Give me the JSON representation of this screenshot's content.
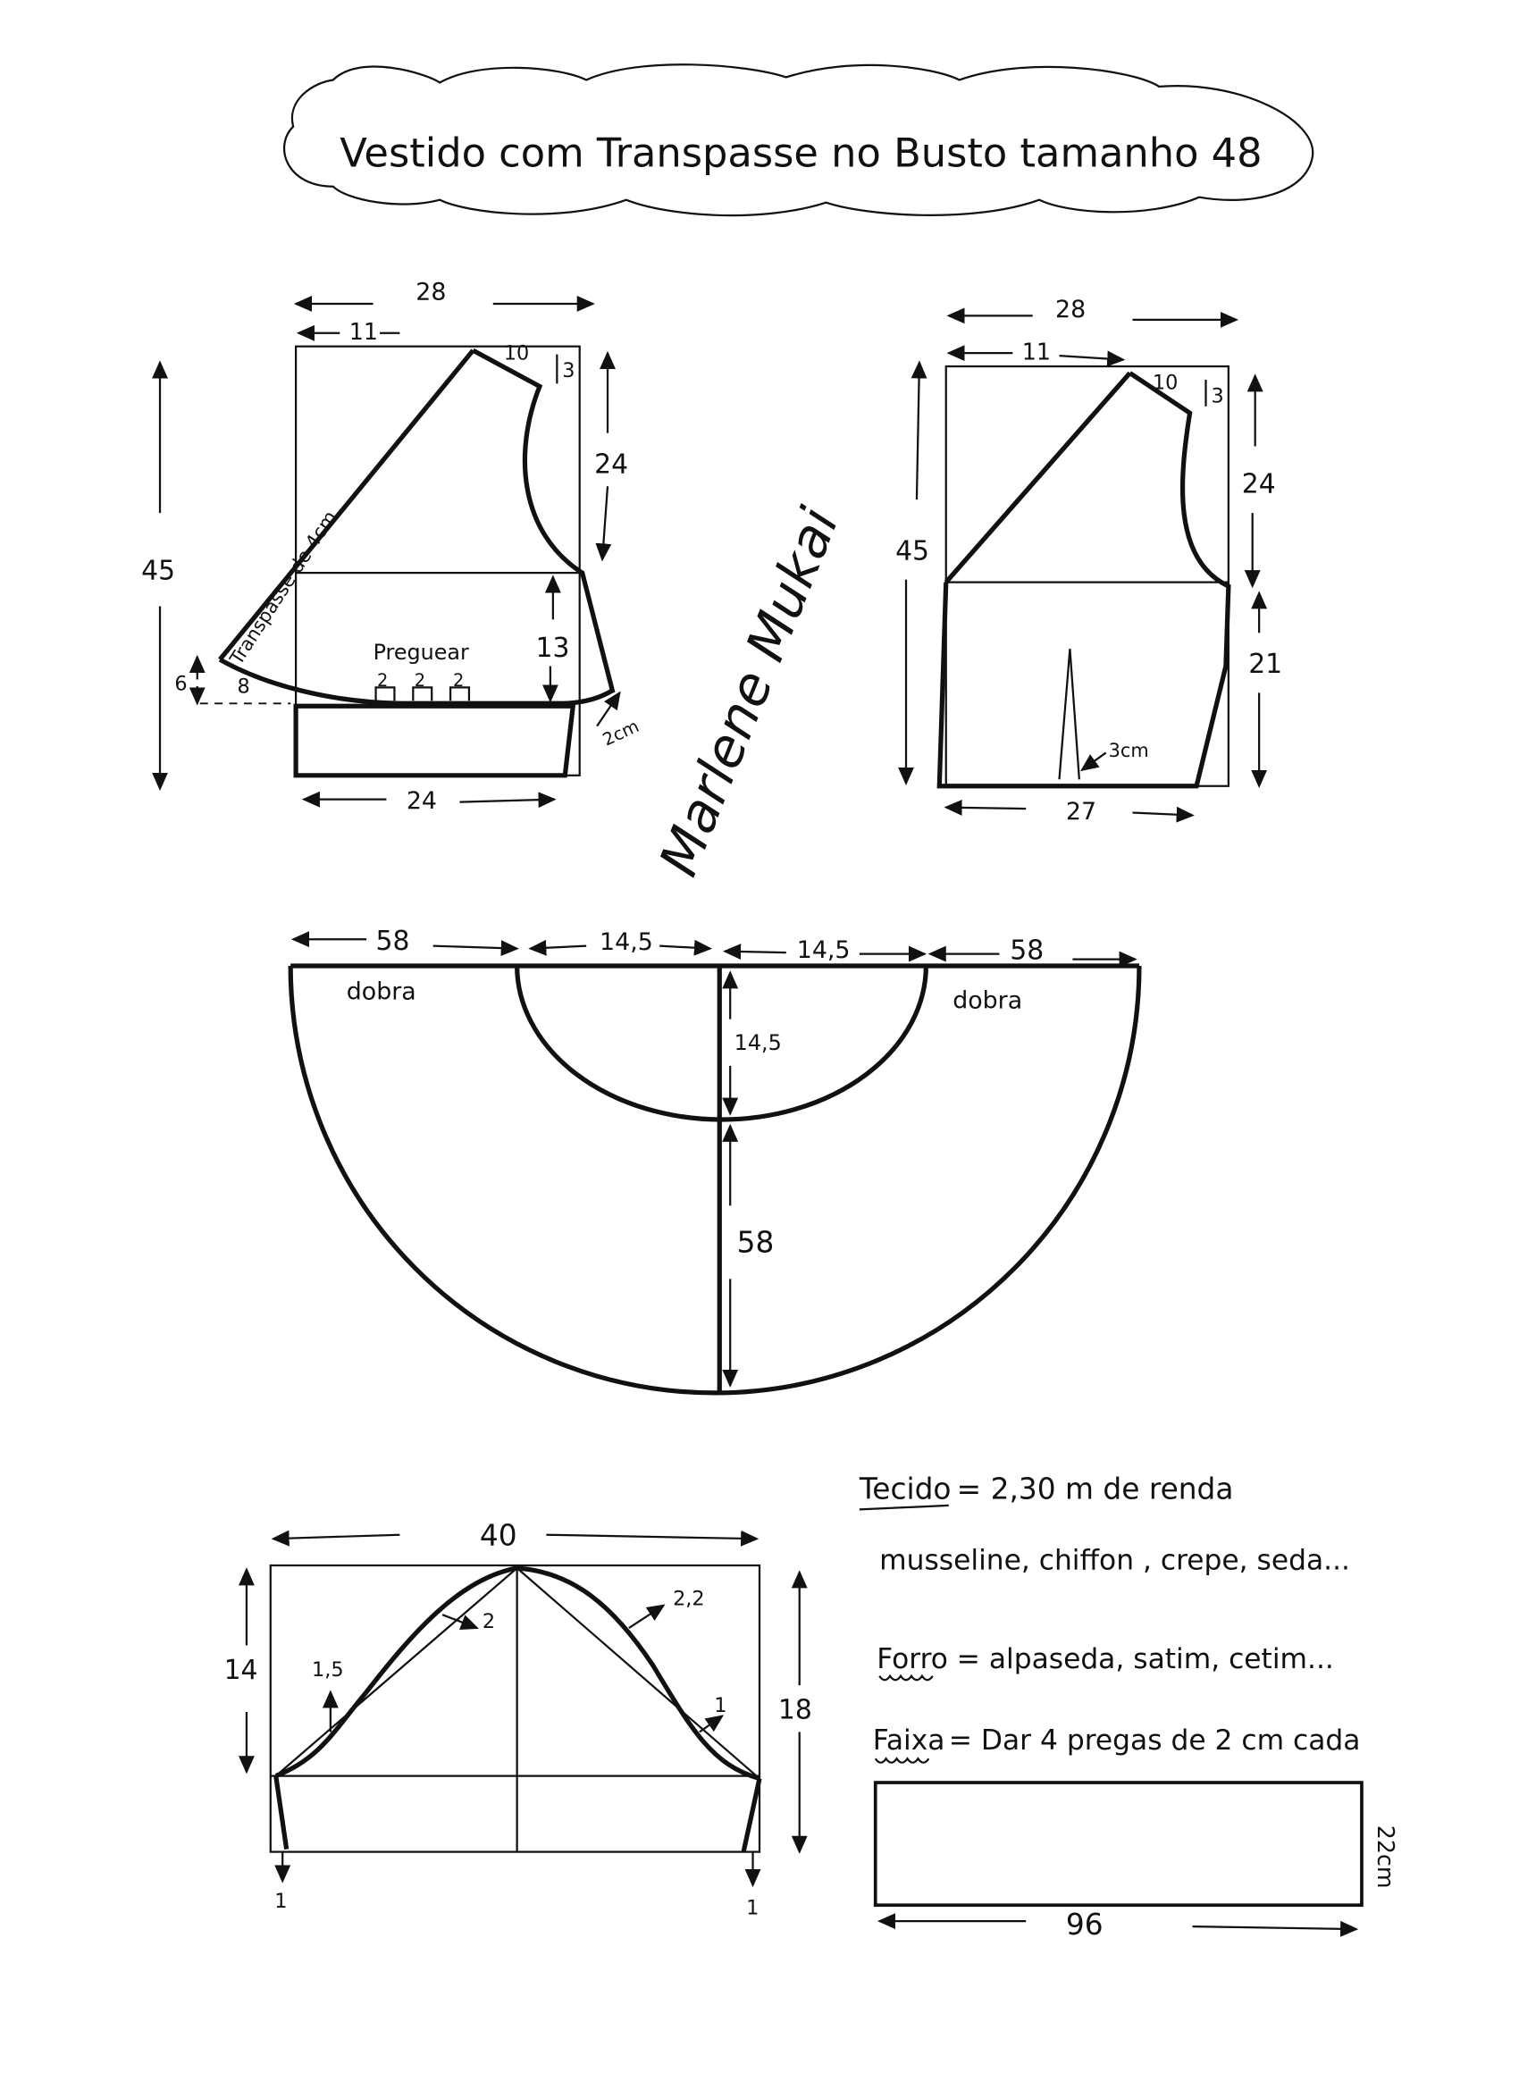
{
  "title": "Vestido com Transpasse no Busto tamanho 48",
  "signature": "Marlene Mukai",
  "front_bodice": {
    "width_total": "28",
    "shoulder_offset": "11",
    "shoulder": "10",
    "shoulder_drop": "3",
    "armhole_height": "24",
    "total_height": "45",
    "waist_height": "13",
    "pleat_label": "Preguear",
    "pleats": [
      "2",
      "2",
      "2"
    ],
    "overlap_label": "Transpasse de 4cm",
    "overlap_height": "6",
    "overlap_extension": "8",
    "side_extension": "2cm",
    "waistband_width": "24"
  },
  "back_bodice": {
    "width_total": "28",
    "shoulder_offset": "11",
    "shoulder": "10",
    "shoulder_drop": "3",
    "armhole_height": "24",
    "total_height": "45",
    "lower_height": "21",
    "dart_width": "3cm",
    "bottom_width": "27"
  },
  "skirt": {
    "left_radius": "58",
    "left_inner": "14,5",
    "right_inner": "14,5",
    "right_radius": "58",
    "fold_left": "dobra",
    "fold_right": "dobra",
    "inner_depth": "14,5",
    "length": "58"
  },
  "sleeve": {
    "width": "40",
    "left_height": "14",
    "right_height": "18",
    "left_curve": "1,5",
    "left_upper_curve": "2",
    "right_upper_curve": "2,2",
    "right_curve": "1",
    "left_hem": "1",
    "right_hem": "1"
  },
  "notes": {
    "fabric_label": "Tecido",
    "fabric_text": "= 2,30  m  de  renda",
    "fabric_text2": "musseline, chiffon , crepe, seda...",
    "lining_label": "Forro",
    "lining_text": "= alpaseda, satim, cetim...",
    "sash_label": "Faixa",
    "sash_text": "= Dar 4 pregas de 2 cm cada",
    "sash_height": "22cm",
    "sash_width": "96"
  }
}
